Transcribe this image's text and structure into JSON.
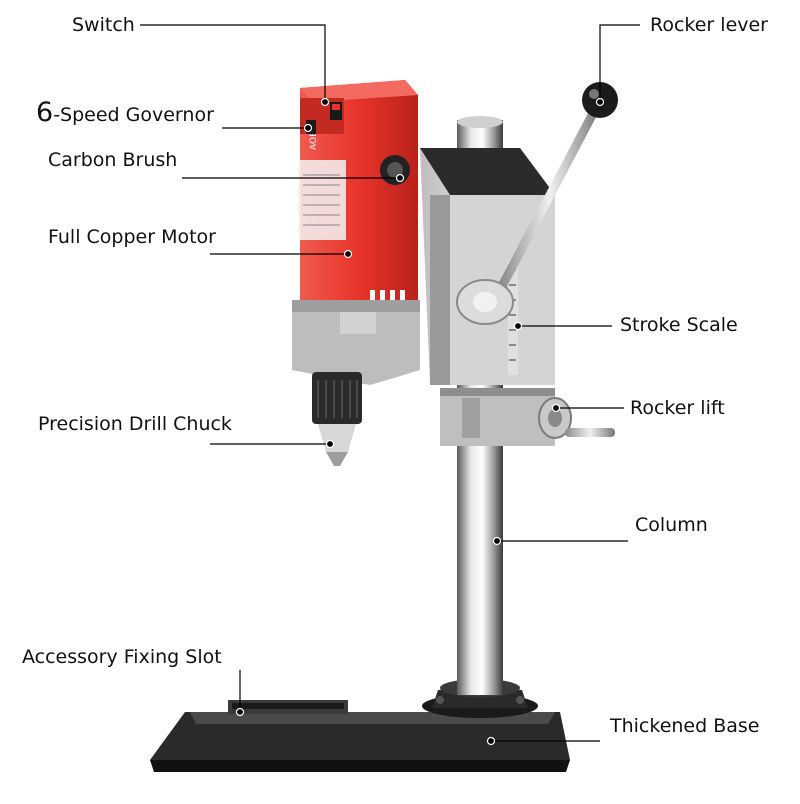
{
  "title": "",
  "callouts": {
    "switch": "Switch",
    "speed_digit": "6",
    "speed_text": "-Speed Governor",
    "carbon_brush": "Carbon Brush",
    "full_copper_motor": "Full Copper Motor",
    "precision_drill_chuck": "Precision Drill Chuck",
    "accessory_fixing_slot": "Accessory Fixing Slot",
    "rocker_lever": "Rocker lever",
    "stroke_scale": "Stroke Scale",
    "rocker_lift": "Rocker lift",
    "column": "Column",
    "thickened_base": "Thickened Base"
  },
  "motor_brand_text": "AOBEN",
  "colors": {
    "motor_red": "#e8332a",
    "motor_red_dark": "#b8221b",
    "metal_light": "#d9d9d9",
    "metal_mid": "#a9a9a9",
    "base_black": "#1e1e1e",
    "leader_line": "#000000"
  }
}
